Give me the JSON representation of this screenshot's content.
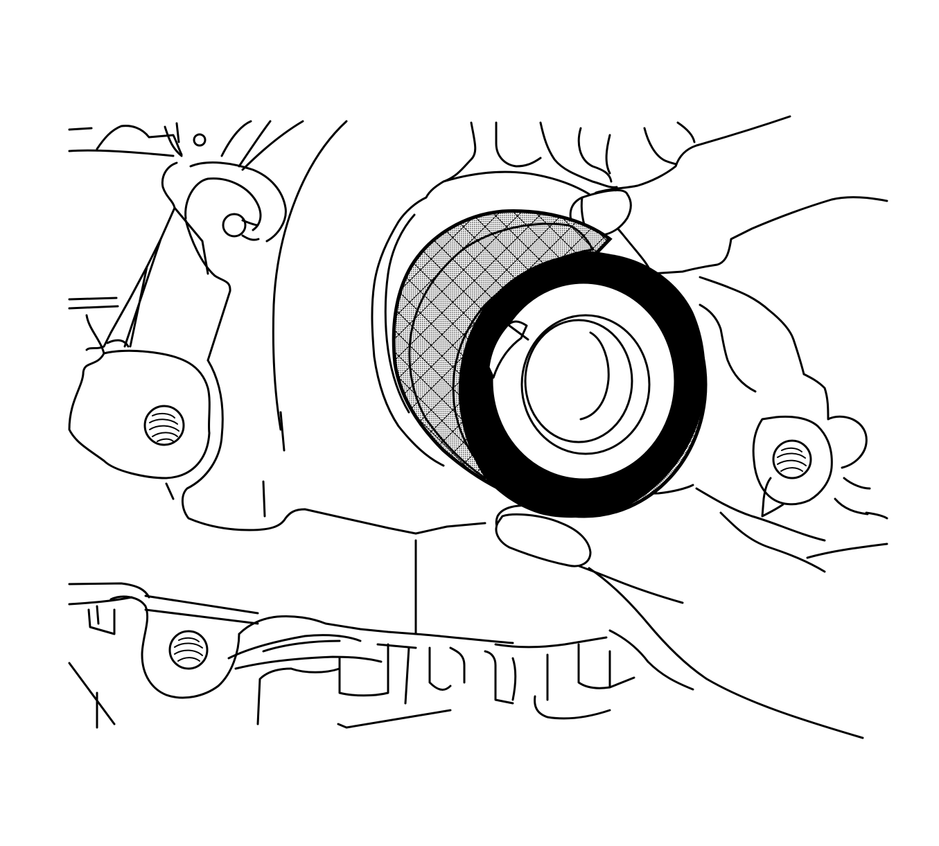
{
  "figure": {
    "components": [
      {
        "name": "engine-front-cover",
        "icon": "casting-outline"
      },
      {
        "name": "seal-installer-tool",
        "icon": "knurled-ring"
      },
      {
        "name": "left-mounting-boss",
        "icon": "threaded-hole"
      },
      {
        "name": "right-mounting-boss",
        "icon": "threaded-hole"
      },
      {
        "name": "lower-mounting-boss",
        "icon": "threaded-hole"
      },
      {
        "name": "technician-hand",
        "icon": "hand-outline"
      }
    ],
    "colors": {
      "line": "#000000",
      "background": "#ffffff",
      "stipple": "#000000"
    }
  }
}
